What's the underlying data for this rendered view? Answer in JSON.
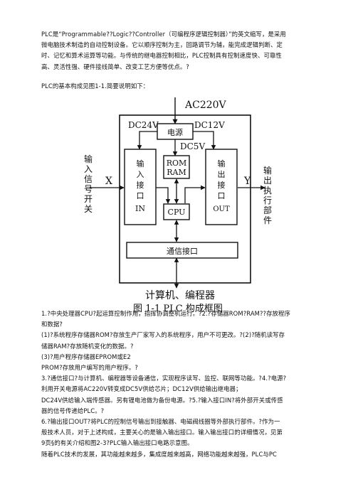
{
  "intro": {
    "lines": [
      "PLC是“Programmable??Logic??Controller（可编程序逻辑控制器）”的英文缩写，是采用",
      "微电脑技术制造的自动控制设备。它以顺序控制为主，回路调节为辅，能完成逻辑判断、定",
      "时、记忆和算术运算等功能。与传统的继电器控制相比，PLC控制具有控制速度快、可靠性",
      "高、灵活性强、硬件接线简单、改变工艺方便等优点。?"
    ],
    "composition": "PLC的基本构成见图1-1.简要说明如下："
  },
  "diagram": {
    "ac220v": "AC220V",
    "dc24v": "DC24V",
    "dc12v": "DC12V",
    "dc5v": "DC5V",
    "power": "电源",
    "rom": "ROM",
    "ram": "RAM",
    "cpu": "CPU",
    "input_box": [
      "输",
      "入",
      "接",
      "口",
      "IN"
    ],
    "output_box": [
      "输",
      "出",
      "接",
      "口",
      "OUT"
    ],
    "comm": "通信接口",
    "left_label": [
      "输",
      "入",
      "信",
      "号",
      "开",
      "关"
    ],
    "right_label": [
      "输",
      "出",
      "执",
      "行",
      "部",
      "件"
    ],
    "x": "X",
    "y": "Y",
    "computer": "计算机、编程器",
    "caption": "图 1-1 PLC 构成框图"
  },
  "body": {
    "lines": [
      "1.?中央处理器CPU?起运算控制作用，指挥协调整机运行。?2.?存储器ROM?RAM??存放程序",
      "和数据?",
      "(1)?系统程序存储器ROM?存放生产厂家写入的系统程序，用户不可更改。?(2)?随机读写存",
      "储器RAM?存放随机变化的数据。?",
      "(3)?用户程序存储器EPROM或E2",
      "PROM?存放用户编写的用户程序。?",
      "3.?通信接口?与计算机、编程器等设备通信，实现程序读写、监控、联网等功能。?4.?电源?",
      "利用开关电源将AC220V转变成DC5V供给芯片；DC12V供给输出继电器；",
      "DC24V供给输入端传感器。另有锂电池做为备份电源。?5.?输入接口IN?将外部开关或传感",
      "器的信号传递给PLC。?",
      "6.?输出接口OUT?将PLC的控制信号输出到接触器、电磁阀线圈等外部执行部件。?作为一",
      "般技术人员，对于上述构成，主要关心的是输入输出接口。输入输出接口的详细情况，见第",
      "9页§的有关介绍和图2-3?PLC输入输出接口电路示意图。",
      "随着PLC技术的发展，其功能越来越多，集成度越来越高，网络功能越来越强，PLC与PC"
    ]
  }
}
